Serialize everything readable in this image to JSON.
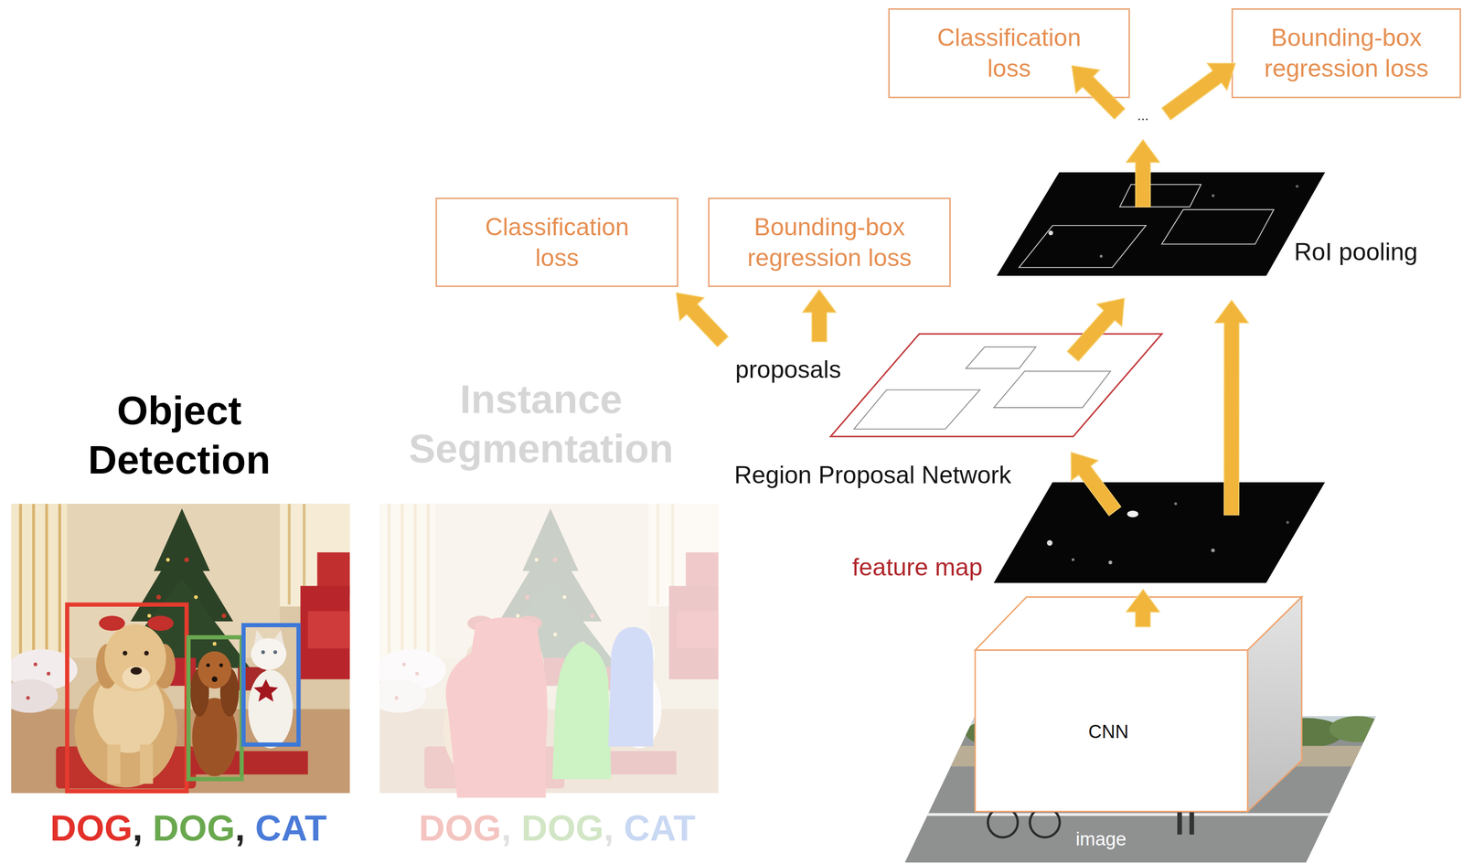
{
  "diagram": {
    "nodes": [
      {
        "text": [
          "Classification loss"
        ]
      },
      {
        "text": [
          "Bounding-box regression loss"
        ]
      },
      {
        "text": [
          "..."
        ]
      },
      {
        "text": [
          "Classification loss"
        ]
      },
      {
        "text": [
          "Bounding-box regression loss"
        ]
      },
      {
        "text": [
          "RoI pooling"
        ]
      },
      {
        "text": [
          "proposals",
          "Region Proposal Network"
        ]
      },
      {
        "text": [
          "feature map"
        ]
      },
      {
        "text": [
          "CNN"
        ]
      },
      {
        "text": [
          "image"
        ]
      }
    ],
    "edges": [
      {
        "from": 8,
        "to": 7,
        "arrow": "to"
      },
      {
        "from": 7,
        "to": 6,
        "arrow": "to"
      },
      {
        "from": 7,
        "to": 5,
        "arrow": "to"
      },
      {
        "from": 6,
        "to": 5,
        "arrow": "to"
      },
      {
        "from": 5,
        "to": 2,
        "arrow": "to"
      },
      {
        "from": 2,
        "to": 0,
        "arrow": "to"
      },
      {
        "from": 2,
        "to": 1,
        "arrow": "to"
      },
      {
        "from": 6,
        "to": 3,
        "arrow": "to"
      },
      {
        "from": 6,
        "to": 4,
        "arrow": "to"
      }
    ],
    "labels": [
      "Object Detection",
      "DOG",
      ",",
      "DOG",
      ",",
      "CAT",
      "Instance Segmentation",
      "DOG",
      ",",
      "DOG",
      ",",
      "CAT"
    ]
  }
}
